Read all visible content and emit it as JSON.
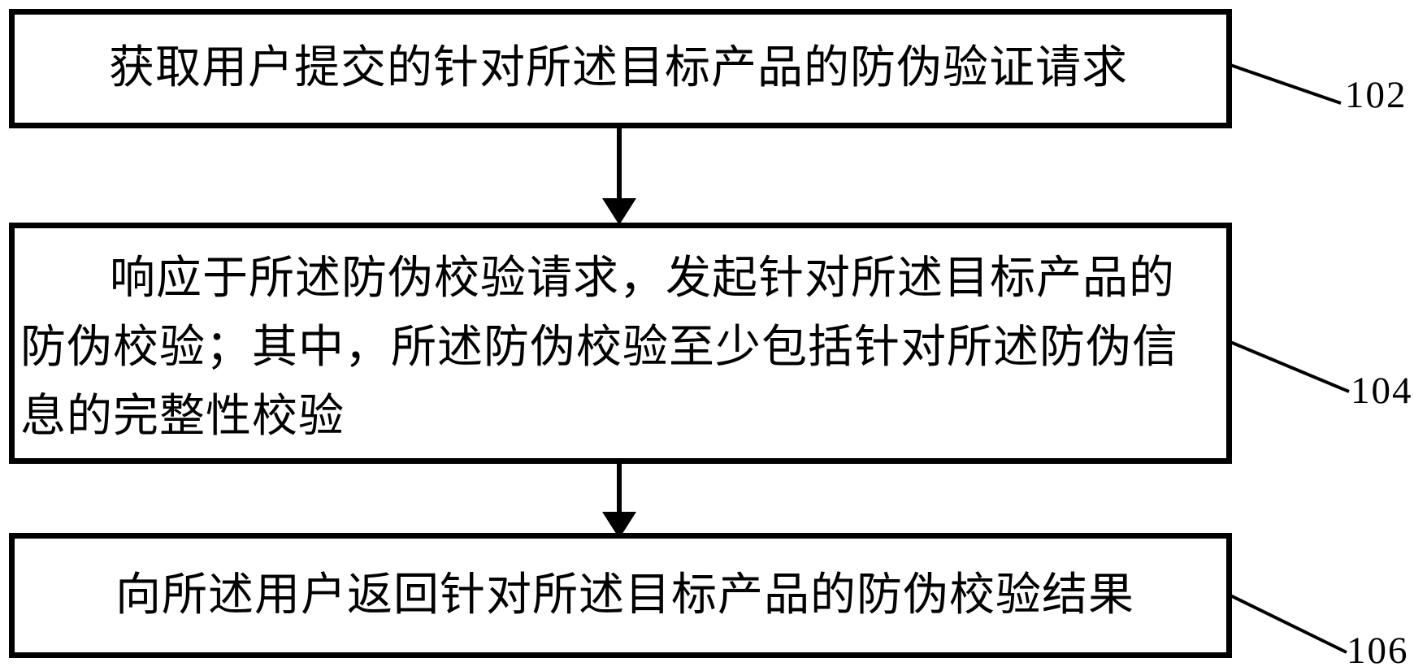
{
  "figure": {
    "type": "flowchart",
    "colors": {
      "ink": "#000000",
      "background": "#ffffff"
    },
    "steps": [
      {
        "ref": "102",
        "text": "获取用户提交的针对所述目标产品的防伪验证请求"
      },
      {
        "ref": "104",
        "lines": [
          "响应于所述防伪校验请求，发起针对所述目标产品的",
          "防伪校验；其中，所述防伪校验至少包括针对所述防伪信",
          "息的完整性校验"
        ]
      },
      {
        "ref": "106",
        "text": "向所述用户返回针对所述目标产品的防伪校验结果"
      }
    ]
  }
}
